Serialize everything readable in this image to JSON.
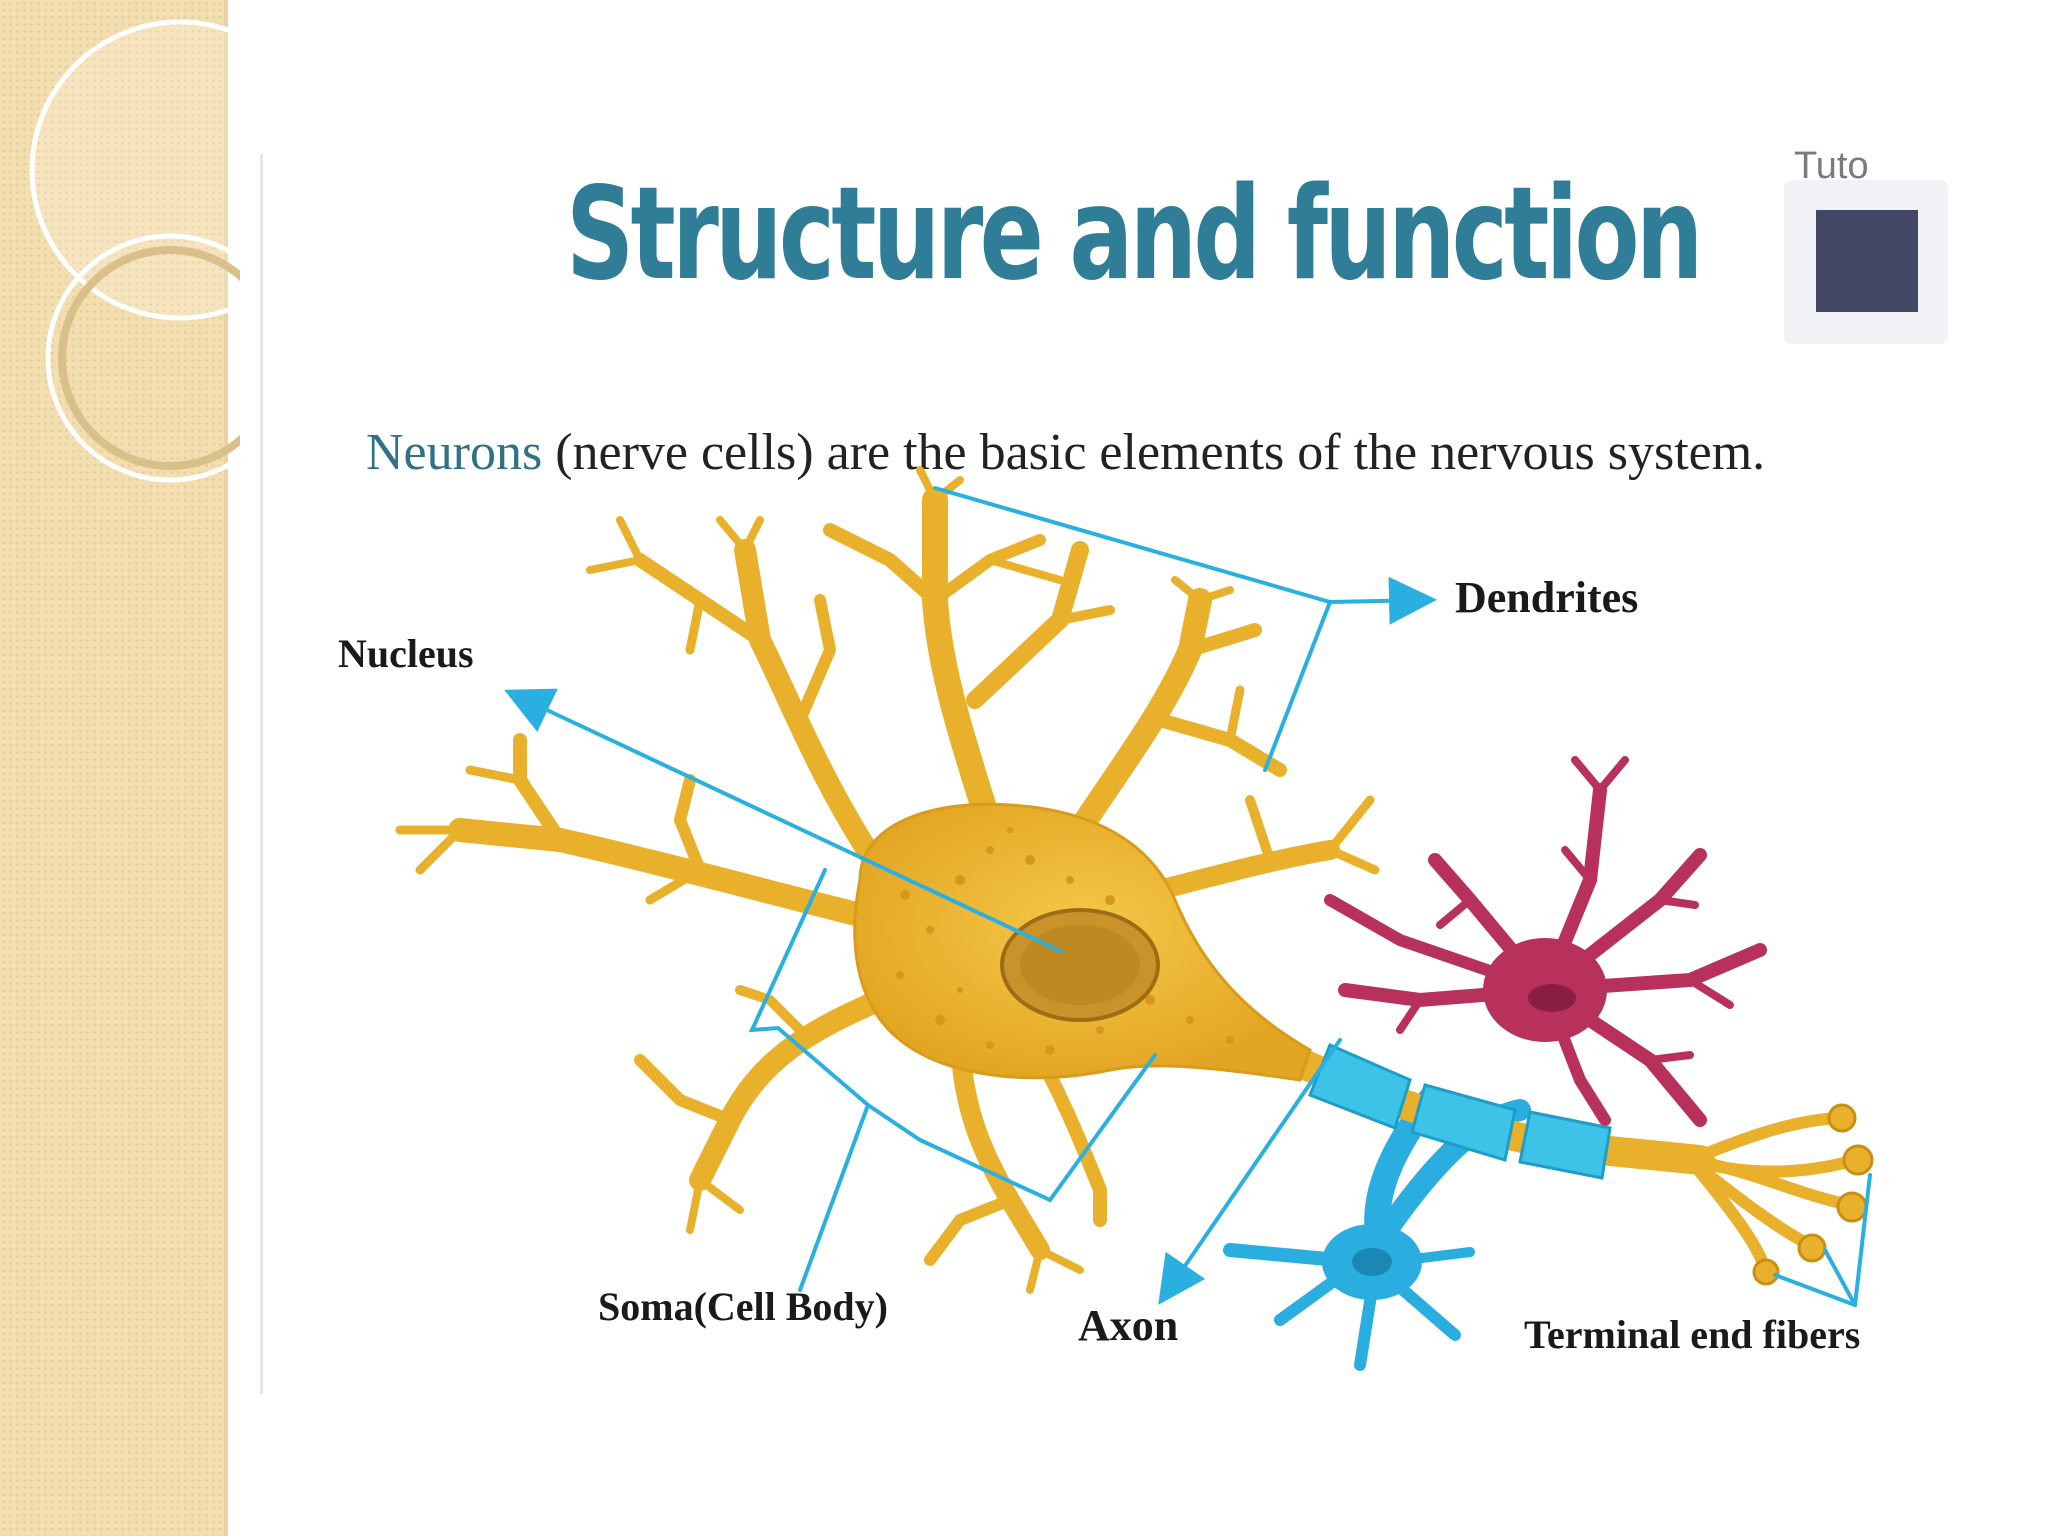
{
  "slide": {
    "title": "Structure and function",
    "logo_text": "Tuto",
    "intro_term": "Neurons",
    "intro_rest": " (nerve cells) are the basic elements of the nervous system."
  },
  "diagram": {
    "labels": {
      "dendrites": "Dendrites",
      "nucleus": "Nucleus",
      "soma": "Soma(Cell Body)",
      "axon": "Axon",
      "terminal": "Terminal end fibers"
    },
    "colors": {
      "neuron_main": "#e9b12b",
      "neuron_main_outline": "#c88f14",
      "neuron_red": "#b8315a",
      "myelin": "#3ec3e8",
      "neuron_blue": "#2aaee0",
      "pointer_lines": "#2ab0e0",
      "title": "#2f7d96",
      "intro_term": "#2f7186"
    }
  }
}
